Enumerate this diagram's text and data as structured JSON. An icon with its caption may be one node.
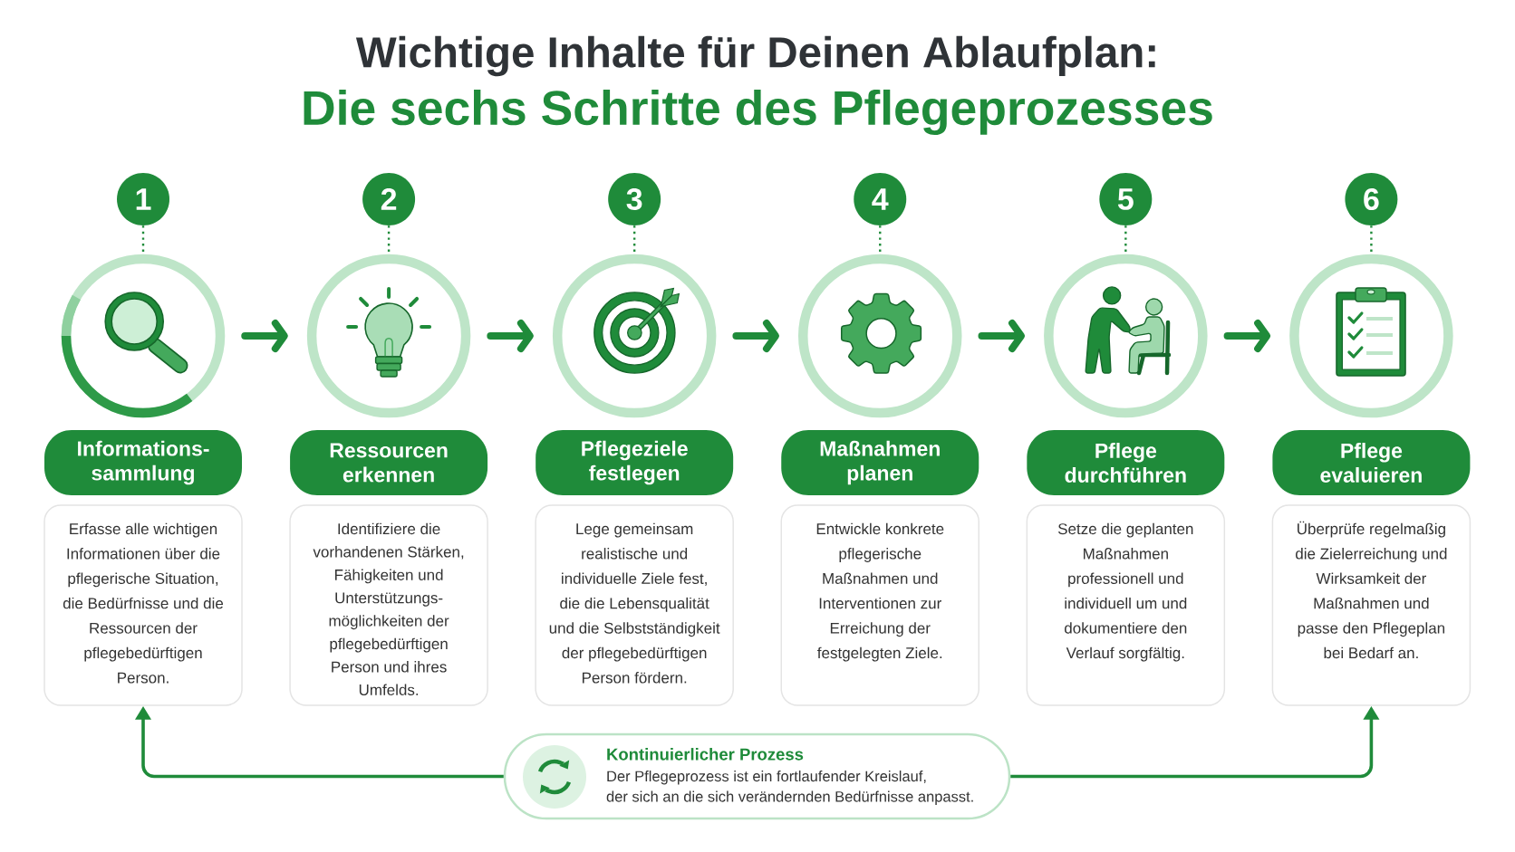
{
  "diagram": {
    "title": "Wichtige Inhalte für Deinen Ablaufplan:",
    "nodes": [
      {
        "text": [
          "1"
        ]
      },
      {
        "text": [],
        "shape": "circle"
      },
      {
        "text": [
          "Informations- sammlung"
        ]
      },
      {
        "text": [
          "Erfasse alle wichtigen Informationen über die pflegerische Situation, die Bedürfnisse und die Ressourcen der pflegebedürftigen Person."
        ]
      },
      {
        "text": [
          "2"
        ]
      },
      {
        "text": [],
        "shape": "circle"
      },
      {
        "text": [
          "Ressourcen erkennen"
        ]
      },
      {
        "text": [
          "Identifiziere die vorhandenen Stärken, Fähigkeiten und Unterstützungs- möglichkeiten der pflegebedürftigen Person und ihres Umfelds."
        ]
      },
      {
        "text": [
          "3"
        ]
      },
      {
        "text": [],
        "shape": "circle"
      },
      {
        "text": [
          "Pflegeziele festlegen"
        ]
      },
      {
        "text": [
          "Lege gemeinsam realistische und individuelle Ziele fest, die die Lebensqualität und die Selbstständigkeit der pflegebedürftigen Person fördern."
        ]
      },
      {
        "text": [
          "4"
        ]
      },
      {
        "text": [],
        "shape": "circle"
      },
      {
        "text": [
          "Maßnahmen planen"
        ]
      },
      {
        "text": [
          "Entwickle konkrete pflegerische Maßnahmen und Interventionen zur Erreichung der festgelegten Ziele."
        ]
      },
      {
        "text": [
          "5"
        ]
      },
      {
        "text": [],
        "shape": "circle"
      },
      {
        "text": [
          "Pflege durchführen"
        ]
      },
      {
        "text": [
          "Setze die geplanten Maßnahmen professionell und individuell um und dokumentiere den Verlauf sorgfältig."
        ]
      },
      {
        "text": [
          "6"
        ]
      },
      {
        "text": [],
        "shape": "circle"
      },
      {
        "text": [
          "Pflege evaluieren"
        ]
      },
      {
        "text": [
          "Überprüfe regelmaßig die Zielerreichung und Wirksamkeit der Maßnahmen und passe den Pflegeplan bei Bedarf an."
        ]
      },
      {
        "text": [
          "Kontinuierlicher Prozess",
          "Der Pflegeprozess ist ein fortlaufender Kreislauf, der sich an die sich verändernden Bedürfnisse anpasst."
        ]
      }
    ],
    "edges": [
      {
        "from": 0,
        "to": 1,
        "arrow": "none",
        "style": "dashed"
      },
      {
        "from": 4,
        "to": 5,
        "arrow": "none",
        "style": "dashed"
      },
      {
        "from": 8,
        "to": 9,
        "arrow": "none",
        "style": "dashed"
      },
      {
        "from": 12,
        "to": 13,
        "arrow": "none",
        "style": "dashed"
      },
      {
        "from": 16,
        "to": 17,
        "arrow": "none",
        "style": "dashed"
      },
      {
        "from": 20,
        "to": 21,
        "arrow": "none",
        "style": "dashed"
      },
      {
        "from": 1,
        "to": 5,
        "arrow": "to",
        "style": "thick"
      },
      {
        "from": 5,
        "to": 9,
        "arrow": "to",
        "style": "thick"
      },
      {
        "from": 9,
        "to": 13,
        "arrow": "to",
        "style": "thick"
      },
      {
        "from": 13,
        "to": 17,
        "arrow": "to",
        "style": "thick"
      },
      {
        "from": 17,
        "to": 21,
        "arrow": "to",
        "style": "thick"
      },
      {
        "from": 24,
        "to": 3,
        "arrow": "to"
      },
      {
        "from": 24,
        "to": 23,
        "arrow": "to"
      }
    ],
    "labels": [
      "Die sechs Schritte des Pflegeprozesses"
    ]
  }
}
